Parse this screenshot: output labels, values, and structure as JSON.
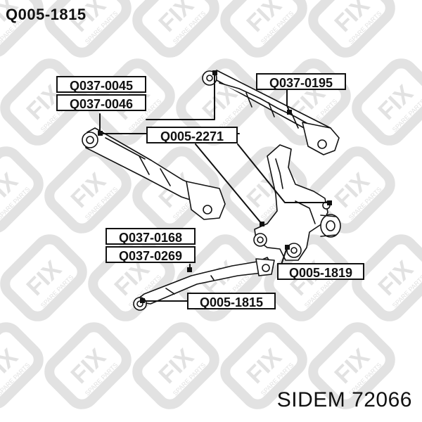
{
  "header": {
    "part_number": "Q005-1815"
  },
  "footer": {
    "text": "SIDEM 72066"
  },
  "watermark": {
    "brand": "FIX",
    "sub": "SPARE PARTS"
  },
  "labels": {
    "q037_0045": "Q037-0045",
    "q037_0046": "Q037-0046",
    "q037_0195": "Q037-0195",
    "q005_2271": "Q005-2271",
    "q037_0168": "Q037-0168",
    "q037_0269": "Q037-0269",
    "q005_1819": "Q005-1819",
    "q005_1815": "Q005-1815"
  },
  "colors": {
    "ink": "#111111",
    "watermark": "#e2e2e2",
    "fill": "#ffffff"
  }
}
